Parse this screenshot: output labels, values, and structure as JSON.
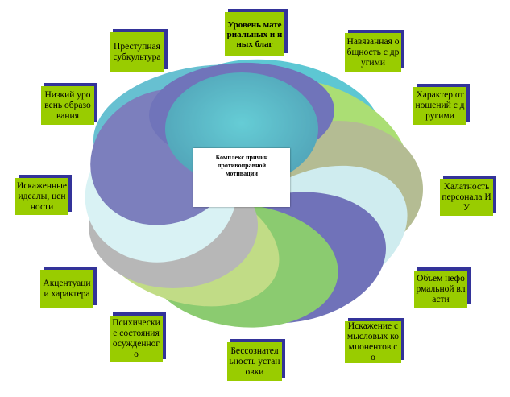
{
  "center": {
    "label": "Комплекс причин противоправной мотивации"
  },
  "factors": [
    {
      "id": "level",
      "label": "Уровень материальных и иных благ"
    },
    {
      "id": "imposed",
      "label": "Навязанная общность с другими"
    },
    {
      "id": "relations",
      "label": "Характер отношений с другими"
    },
    {
      "id": "negligence",
      "label": "Халатность персонала ИУ"
    },
    {
      "id": "informal",
      "label": "Объем неформальной власти"
    },
    {
      "id": "distortion",
      "label": "Искажение смысловых компонентов со"
    },
    {
      "id": "unconscious",
      "label": "Бессознательность установки"
    },
    {
      "id": "mental",
      "label": "Психические состояния осужденного"
    },
    {
      "id": "accent",
      "label": "Акцентуации характера"
    },
    {
      "id": "ideals",
      "label": "Искаженные идеалы, ценности"
    },
    {
      "id": "education",
      "label": "Низкий уровень образования"
    },
    {
      "id": "subculture",
      "label": "Преступная субкультура"
    }
  ],
  "colors": {
    "box": "#99cc00",
    "box_shadow": "#333399",
    "petals": [
      "#1aa3b8",
      "#8fcfd6",
      "#8ad14a",
      "#b5c25a",
      "#999999",
      "#3b3b9e",
      "#c8ecef",
      "#0b8fb0",
      "#66b32e",
      "#a9d05a",
      "#4f4f9e",
      "#3c9e7e"
    ]
  }
}
